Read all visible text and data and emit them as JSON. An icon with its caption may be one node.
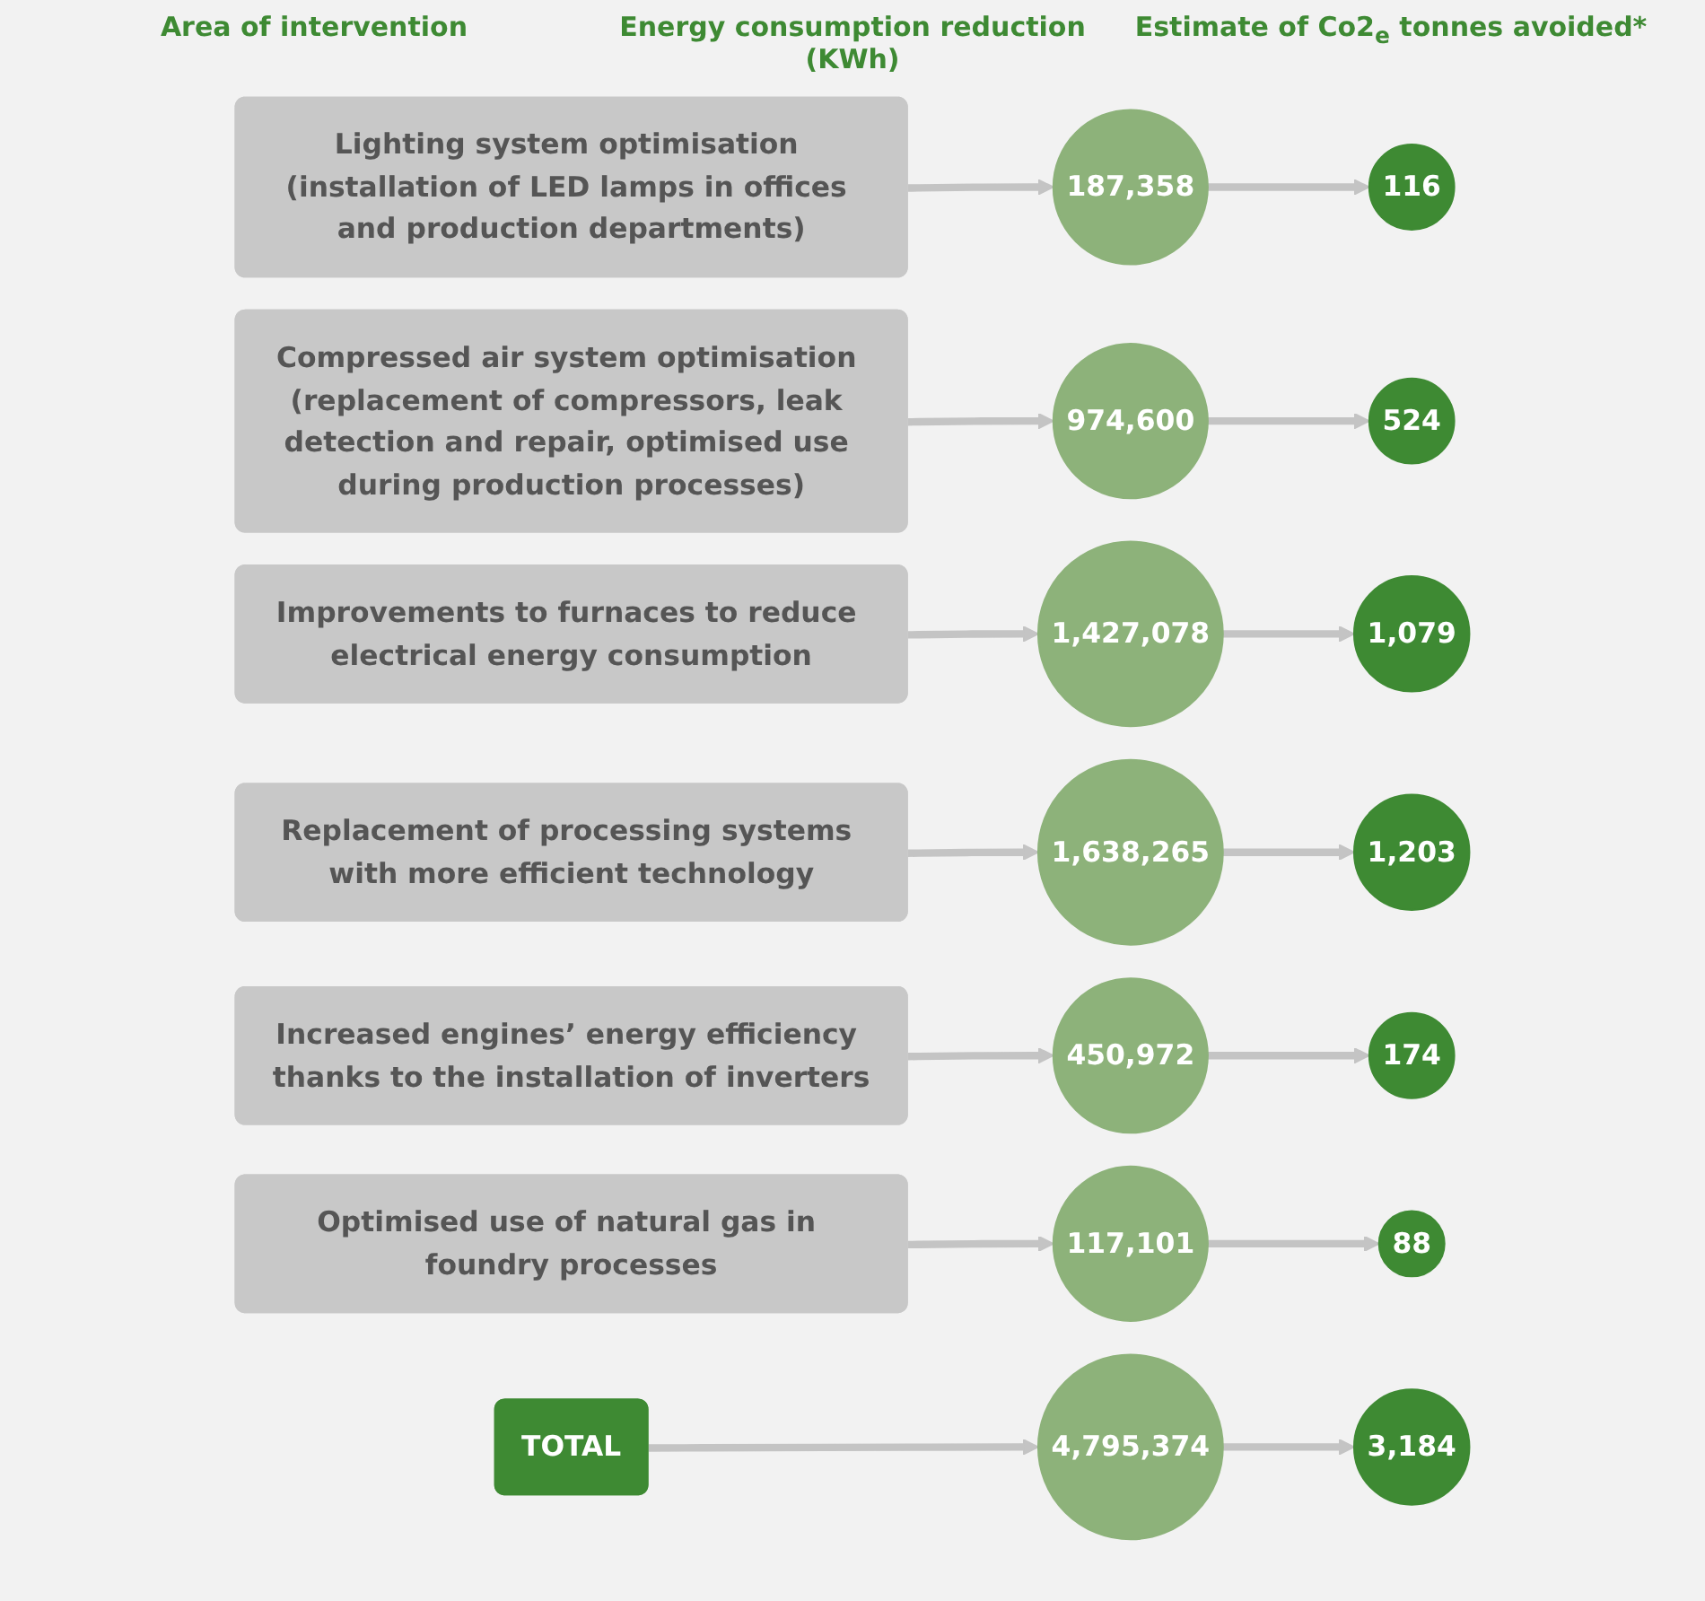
{
  "diagram": {
    "nodes": [
      {
        "text": [
          "Lighting system optimisation (installation of LED lamps in offices and production departments)"
        ]
      },
      {
        "text": [
          "187,358"
        ]
      },
      {
        "text": [
          "116"
        ]
      },
      {
        "text": [
          "Compressed air system optimisation (replacement of compressors, leak detection and repair, optimised use during production processes)"
        ]
      },
      {
        "text": [
          "974,600"
        ]
      },
      {
        "text": [
          "524"
        ]
      },
      {
        "text": [
          "Improvements to furnaces to reduce electrical energy consumption"
        ]
      },
      {
        "text": [
          "1,427,078"
        ]
      },
      {
        "text": [
          "1,079"
        ]
      },
      {
        "text": [
          "Replacement of processing systems with more efficient technology"
        ]
      },
      {
        "text": [
          "1,638,265"
        ]
      },
      {
        "text": [
          "1,203"
        ]
      },
      {
        "text": [
          "Increased engines’ energy efficiency thanks to the installation of inverters"
        ]
      },
      {
        "text": [
          "450,972"
        ]
      },
      {
        "text": [
          "174"
        ]
      },
      {
        "text": [
          "Optimised use of natural gas in foundry processes"
        ]
      },
      {
        "text": [
          "117,101"
        ]
      },
      {
        "text": [
          "88"
        ]
      },
      {
        "text": [
          "TOTAL"
        ]
      },
      {
        "text": [
          "4,795,374"
        ]
      },
      {
        "text": [
          "3,184"
        ]
      }
    ],
    "edges": [
      {
        "from": 0,
        "to": 1,
        "arrow": "to"
      },
      {
        "from": 1,
        "to": 2,
        "arrow": "to"
      },
      {
        "from": 3,
        "to": 4,
        "arrow": "to"
      },
      {
        "from": 4,
        "to": 5,
        "arrow": "to"
      },
      {
        "from": 6,
        "to": 7,
        "arrow": "to"
      },
      {
        "from": 7,
        "to": 8,
        "arrow": "to"
      },
      {
        "from": 9,
        "to": 10,
        "arrow": "to"
      },
      {
        "from": 10,
        "to": 11,
        "arrow": "to"
      },
      {
        "from": 12,
        "to": 13,
        "arrow": "to"
      },
      {
        "from": 13,
        "to": 14,
        "arrow": "to"
      },
      {
        "from": 15,
        "to": 16,
        "arrow": "to"
      },
      {
        "from": 16,
        "to": 17,
        "arrow": "to"
      },
      {
        "from": 18,
        "to": 19,
        "arrow": "to"
      },
      {
        "from": 19,
        "to": 20,
        "arrow": "to"
      }
    ],
    "labels": [
      "Area of intervention",
      "Energy consumption reduction (KWh)",
      "Estimate of Co2$_{e}$ tonnes avoided*"
    ]
  }
}
